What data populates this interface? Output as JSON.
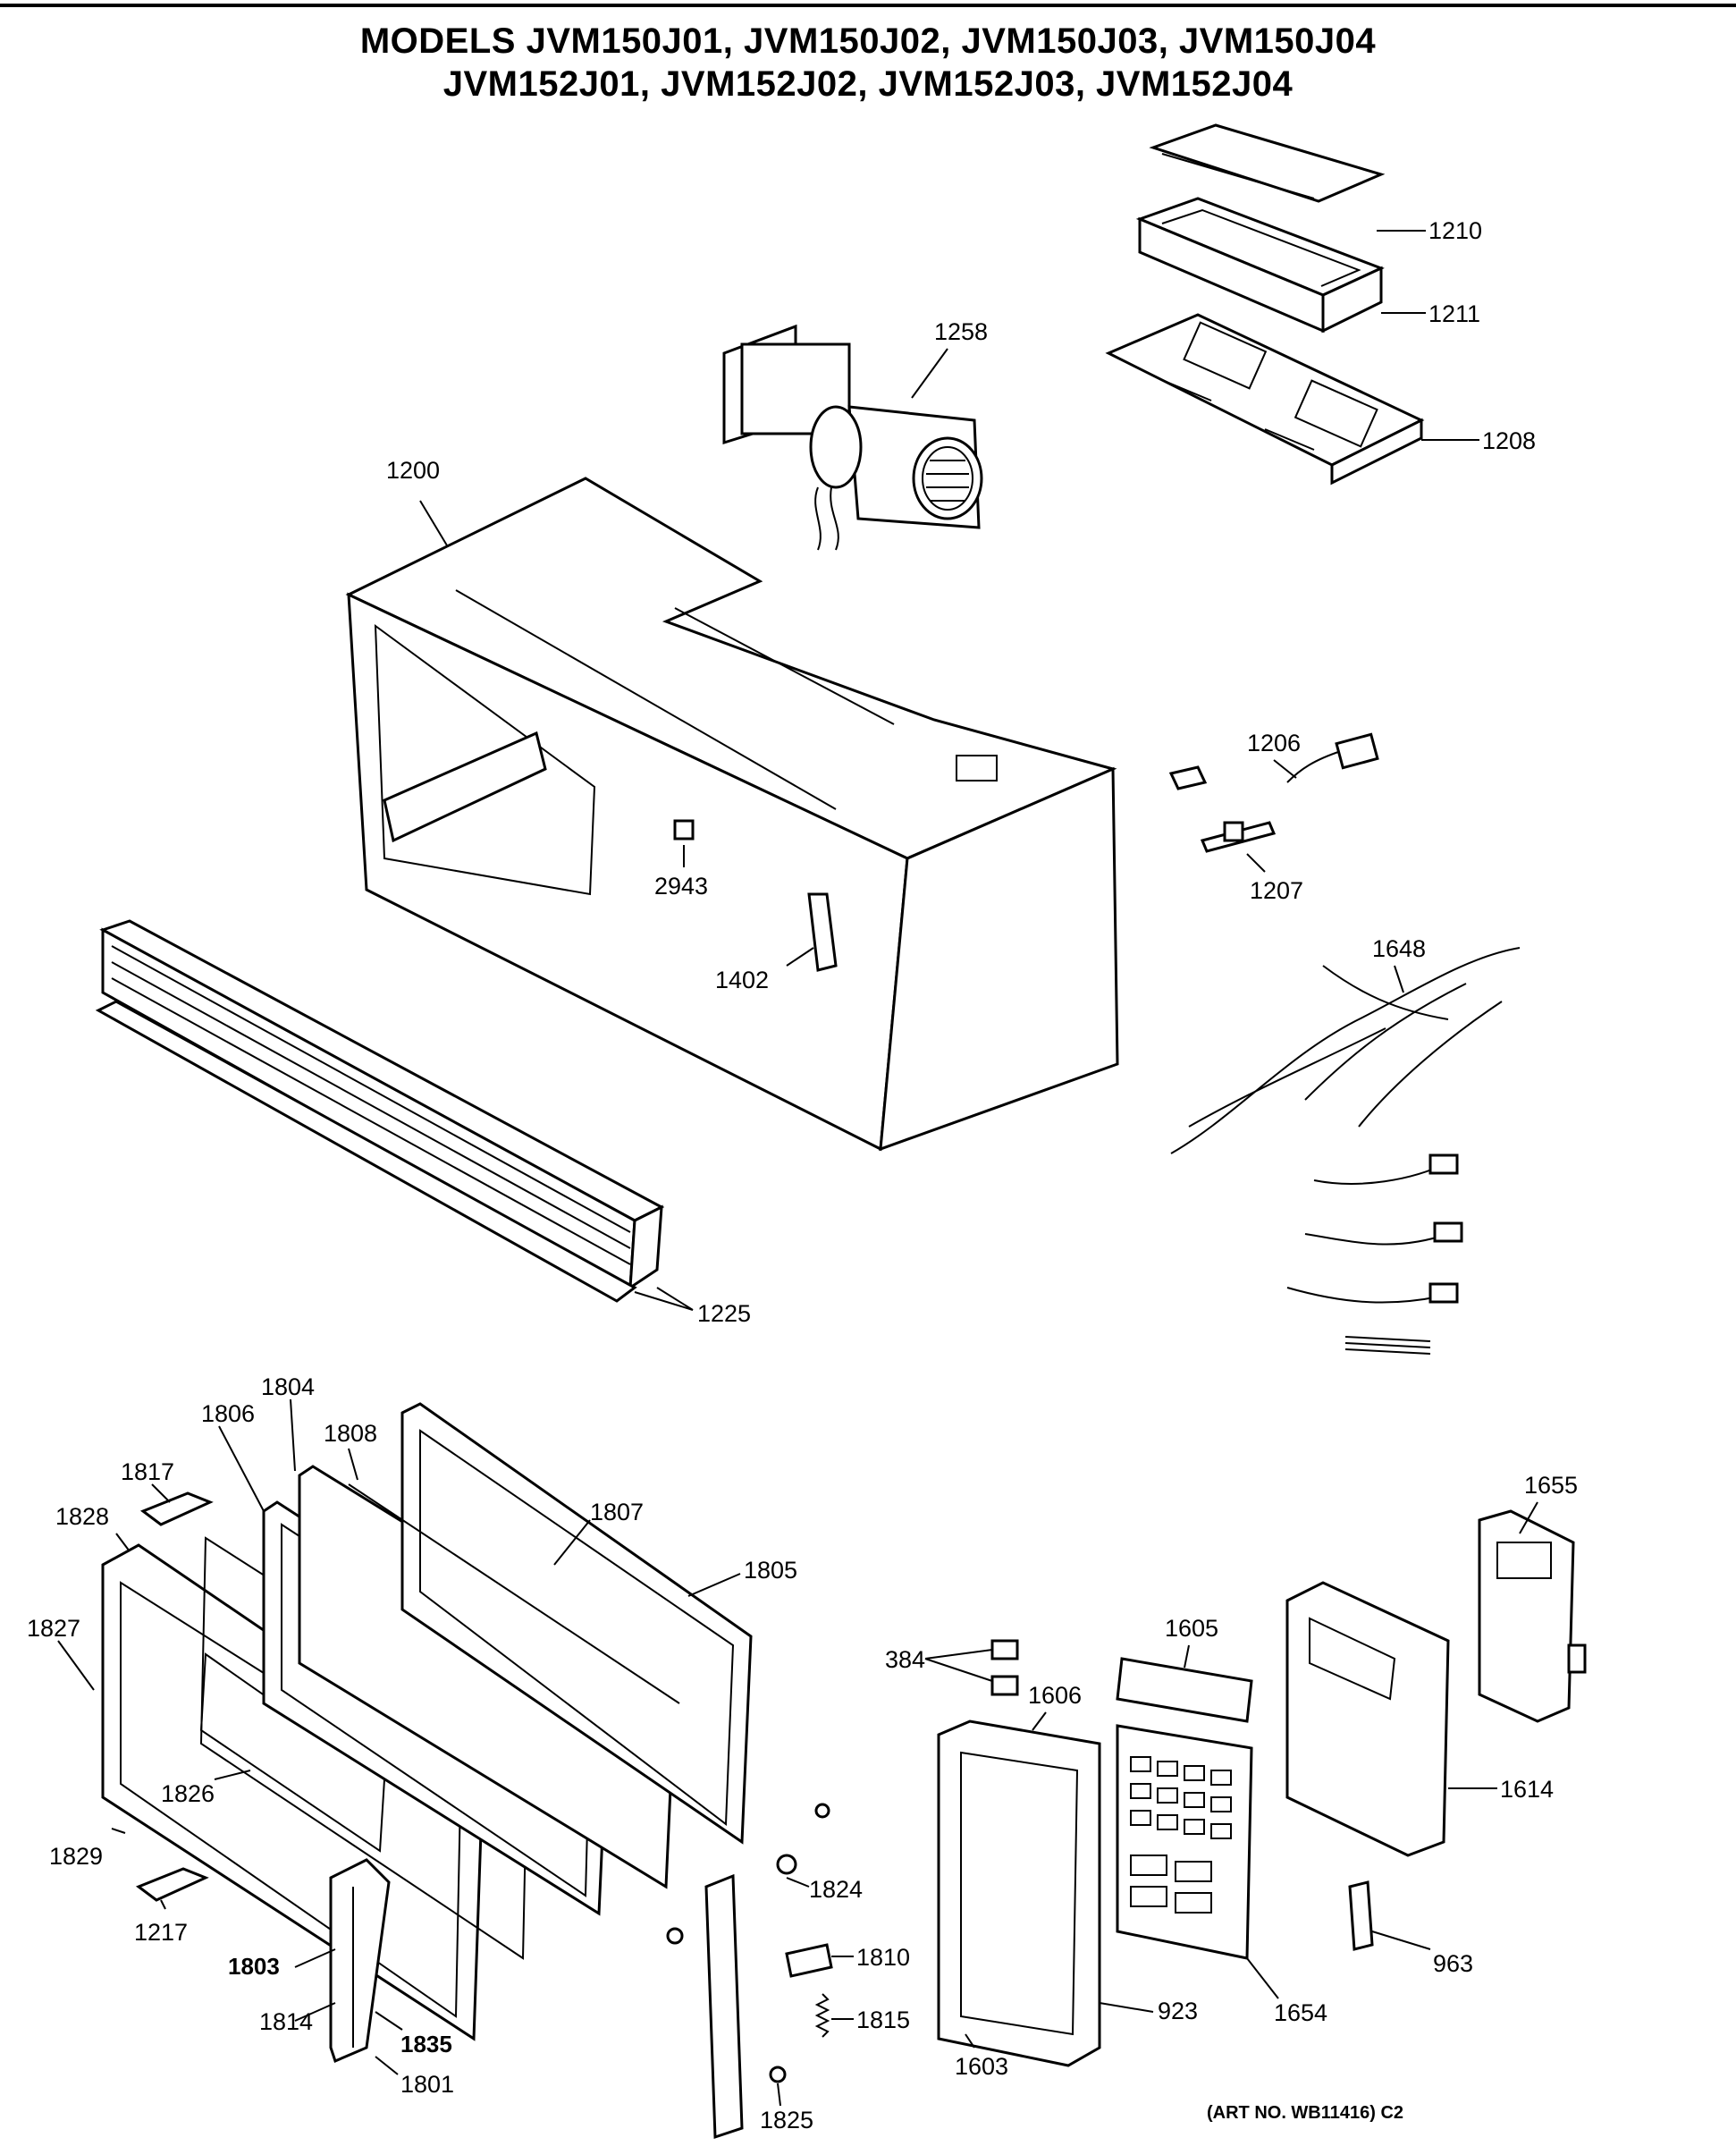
{
  "title": {
    "line1": "MODELS JVM150J01, JVM150J02, JVM150J03, JVM150J04",
    "line2": "JVM152J01, JVM152J02, JVM152J03, JVM152J04"
  },
  "callouts": {
    "p1210": "1210",
    "p1211": "1211",
    "p1208": "1208",
    "p1258": "1258",
    "p1200": "1200",
    "p1206": "1206",
    "p1207": "1207",
    "p2943": "2943",
    "p1402": "1402",
    "p1648": "1648",
    "p1225": "1225",
    "p1804": "1804",
    "p1806": "1806",
    "p1808": "1808",
    "p1817": "1817",
    "p1807": "1807",
    "p1828": "1828",
    "p1805": "1805",
    "p1827": "1827",
    "p1826": "1826",
    "p1829": "1829",
    "p1217": "1217",
    "p1803": "1803",
    "p1814": "1814",
    "p1835": "1835",
    "p1801": "1801",
    "p1824": "1824",
    "p1810": "1810",
    "p1815": "1815",
    "p1825": "1825",
    "p384": "384",
    "p1605": "1605",
    "p1606": "1606",
    "p1603": "1603",
    "p923": "923",
    "p1654": "1654",
    "p1655": "1655",
    "p1614": "1614",
    "p963": "963"
  },
  "art_number": "(ART NO. WB11416) C2"
}
